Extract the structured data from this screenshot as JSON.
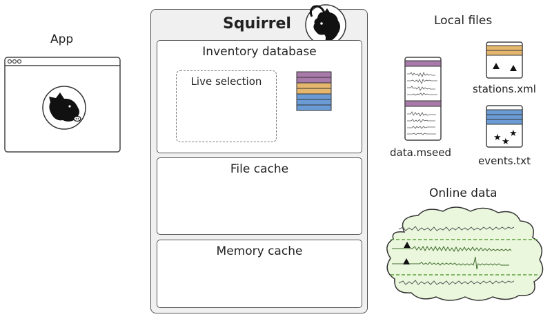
{
  "app": {
    "label": "App"
  },
  "squirrel": {
    "title": "Squirrel",
    "inventory": {
      "title": "Inventory database",
      "live_selection": "Live selection"
    },
    "file_cache": {
      "title": "File cache"
    },
    "memory_cache": {
      "title": "Memory cache"
    }
  },
  "local_files": {
    "title": "Local files",
    "files": [
      {
        "name": "data.mseed"
      },
      {
        "name": "stations.xml"
      },
      {
        "name": "events.txt"
      }
    ]
  },
  "online_data": {
    "title": "Online data"
  },
  "colors": {
    "purple": "#a87aa9",
    "orange": "#e4b66e",
    "blue": "#6a9bd4",
    "green": "#7ab860",
    "cloud_fill": "#eaf7dd",
    "panel_bg": "#f0f0f0"
  }
}
